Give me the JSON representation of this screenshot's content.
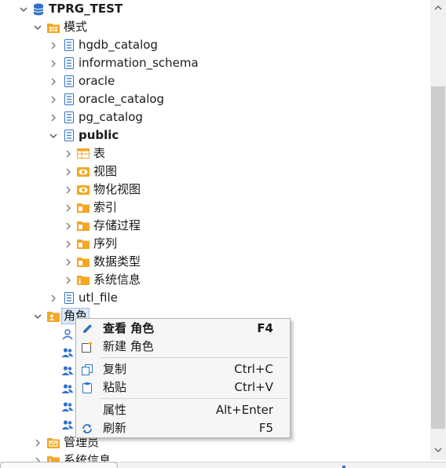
{
  "tree": {
    "connection": {
      "label": "TPRG_TEST",
      "icon": "database-icon"
    },
    "schemas_folder": {
      "label": "模式",
      "icon": "schema-folder-icon"
    },
    "schemas": [
      {
        "label": "hgdb_catalog"
      },
      {
        "label": "information_schema"
      },
      {
        "label": "oracle"
      },
      {
        "label": "oracle_catalog"
      },
      {
        "label": "pg_catalog"
      }
    ],
    "public_schema": {
      "label": "public"
    },
    "public_children": [
      {
        "label": "表",
        "icon": "table-icon"
      },
      {
        "label": "视图",
        "icon": "view-icon"
      },
      {
        "label": "物化视图",
        "icon": "materialized-view-icon"
      },
      {
        "label": "索引",
        "icon": "folder-icon"
      },
      {
        "label": "存储过程",
        "icon": "folder-icon"
      },
      {
        "label": "序列",
        "icon": "folder-icon"
      },
      {
        "label": "数据类型",
        "icon": "folder-icon"
      },
      {
        "label": "系统信息",
        "icon": "info-folder-icon"
      }
    ],
    "utl_file": {
      "label": "utl_file"
    },
    "roles_folder": {
      "label": "角色",
      "icon": "roles-folder-icon"
    },
    "admins_folder": {
      "label": "管理员",
      "icon": "admins-folder-icon"
    },
    "sysinfo_folder": {
      "label": "系统信息",
      "icon": "info-folder-icon"
    }
  },
  "context_menu": {
    "items": [
      {
        "label": "查看 角色",
        "shortcut": "F4",
        "icon": "pencil-icon",
        "bold": true
      },
      {
        "label": "新建 角色",
        "shortcut": "",
        "icon": "new-item-icon"
      },
      {
        "label": "复制",
        "shortcut": "Ctrl+C",
        "icon": "copy-icon"
      },
      {
        "label": "粘贴",
        "shortcut": "Ctrl+V",
        "icon": "paste-icon"
      },
      {
        "label": "属性",
        "shortcut": "Alt+Enter",
        "icon": ""
      },
      {
        "label": "刷新",
        "shortcut": "F5",
        "icon": "refresh-icon"
      }
    ]
  },
  "colors": {
    "selection_bg": "#dbe9f8",
    "folder_orange": "#f5a623",
    "icon_blue": "#2f73c9"
  }
}
